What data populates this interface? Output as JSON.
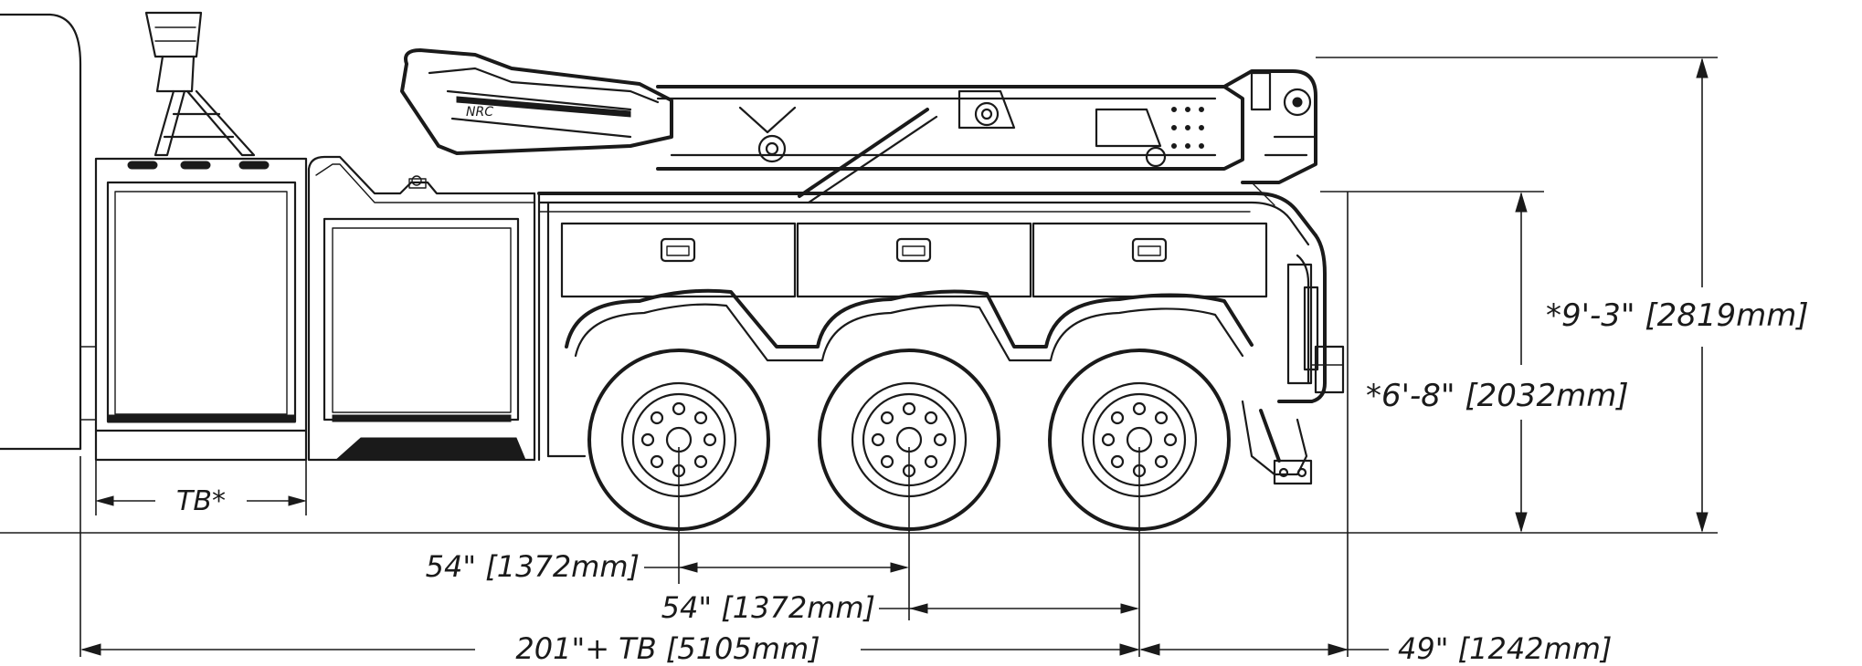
{
  "drawing": {
    "logo_text": "NRC",
    "dimensions": {
      "cab_tb": "TB*",
      "axle_spacing_1": "54\"  [1372mm]",
      "axle_spacing_2": "54\"  [1372mm]",
      "wheelbase": "201\"+ TB [5105mm]",
      "rear_overhang": "49\" [1242mm]",
      "body_height": "*6'-8\" [2032mm]",
      "overall_height": "*9'-3\" [2819mm]"
    }
  }
}
